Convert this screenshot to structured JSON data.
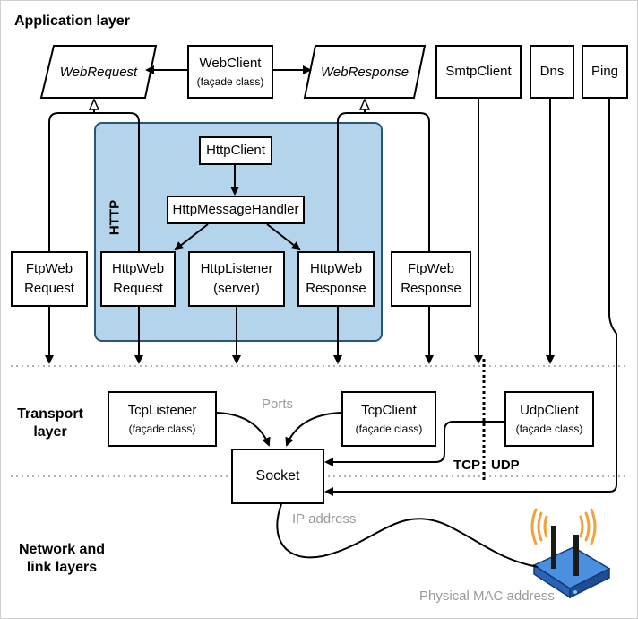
{
  "layers": {
    "application": "Application layer",
    "transport": [
      "Transport",
      "layer"
    ],
    "network": [
      "Network and",
      "link layers"
    ]
  },
  "boxes": {
    "web_request": "WebRequest",
    "web_client": "WebClient",
    "web_client_sub": "(façade class)",
    "web_response": "WebResponse",
    "smtp_client": "SmtpClient",
    "dns": "Dns",
    "ping": "Ping",
    "http_client": "HttpClient",
    "http_message_handler": "HttpMessageHandler",
    "ftp_web_request": [
      "FtpWeb",
      "Request"
    ],
    "http_web_request": [
      "HttpWeb",
      "Request"
    ],
    "http_listener": [
      "HttpListener",
      "(server)"
    ],
    "http_web_response": [
      "HttpWeb",
      "Response"
    ],
    "ftp_web_response": [
      "FtpWeb",
      "Response"
    ],
    "tcp_listener": "TcpListener",
    "tcp_listener_sub": "(façade class)",
    "tcp_client": "TcpClient",
    "tcp_client_sub": "(façade class)",
    "udp_client": "UdpClient",
    "udp_client_sub": "(façade class)",
    "socket": "Socket"
  },
  "labels": {
    "http": "HTTP",
    "ports": "Ports",
    "tcp": "TCP",
    "udp": "UDP",
    "ip_address": "IP address",
    "mac_address": "Physical MAC address"
  },
  "colors": {
    "http_fill": "#b3d4ea",
    "http_border": "#29557a",
    "gray_text": "#9a9a9a",
    "router_blue": "#2f6fc4",
    "signal_orange": "#f2a23a"
  },
  "icons": [
    "router-icon"
  ]
}
